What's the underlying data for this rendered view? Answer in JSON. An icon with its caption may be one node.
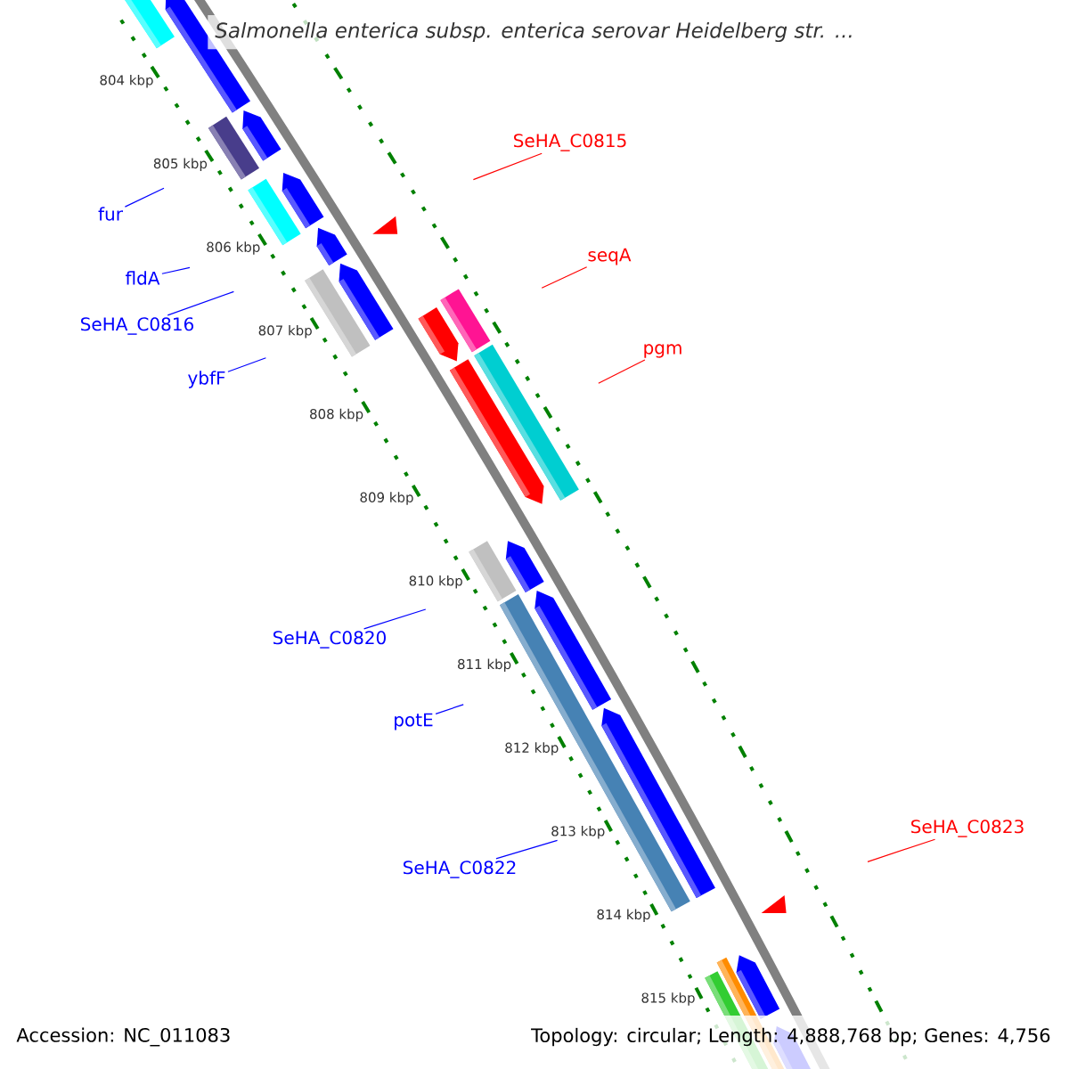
{
  "diagram": {
    "title": "Salmonella enterica subsp. enterica serovar Heidelberg str. ...",
    "nodes": [
      {
        "text": [
          "SeHA_C0815"
        ]
      },
      {
        "text": [
          "fur"
        ]
      },
      {
        "text": [
          "seqA"
        ]
      },
      {
        "text": [
          "fldA"
        ]
      },
      {
        "text": [
          "SeHA_C0816"
        ]
      },
      {
        "text": [
          "pgm"
        ]
      },
      {
        "text": [
          "ybfF"
        ]
      },
      {
        "text": [
          "SeHA_C0820"
        ]
      },
      {
        "text": [
          "potE"
        ]
      },
      {
        "text": [
          "SeHA_C0823"
        ]
      },
      {
        "text": [
          "SeHA_C0822"
        ]
      }
    ],
    "edges": [
      {
        "from": 0,
        "to": null,
        "arrow": "none",
        "color": "#ff0000"
      },
      {
        "from": 1,
        "to": null,
        "arrow": "none"
      },
      {
        "from": 2,
        "to": null,
        "arrow": "none",
        "color": "#ff0000"
      },
      {
        "from": 3,
        "to": null,
        "arrow": "none"
      },
      {
        "from": 4,
        "to": null,
        "arrow": "none"
      },
      {
        "from": 5,
        "to": null,
        "arrow": "none",
        "color": "#ff0000"
      },
      {
        "from": 6,
        "to": null,
        "arrow": "none"
      },
      {
        "from": 7,
        "to": null,
        "arrow": "none"
      },
      {
        "from": 8,
        "to": null,
        "arrow": "none"
      },
      {
        "from": 9,
        "to": null,
        "arrow": "none",
        "color": "#ff0000"
      },
      {
        "from": 10,
        "to": null,
        "arrow": "none"
      }
    ],
    "labels": [
      "804 kbp",
      "805 kbp",
      "806 kbp",
      "807 kbp",
      "808 kbp",
      "809 kbp",
      "810 kbp",
      "811 kbp",
      "812 kbp",
      "813 kbp",
      "814 kbp",
      "815 kbp",
      "Accession: NC_011083",
      "Topology: circular; Length: 4,888,768 bp; Genes: 4,756"
    ]
  }
}
